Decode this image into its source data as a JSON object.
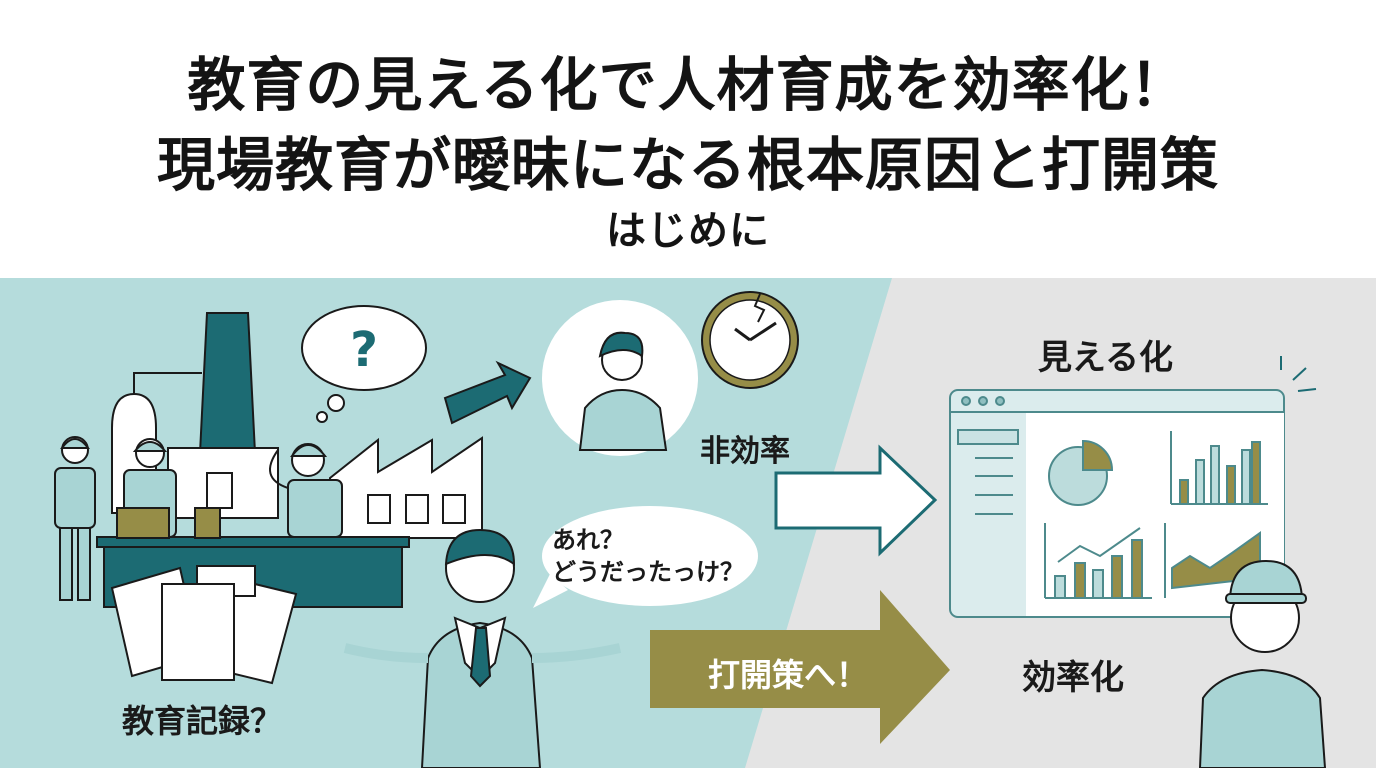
{
  "header": {
    "title_line1": "教育の見える化で人材育成を効率化！",
    "title_line2": "現場教育が曖昧になる根本原因と打開策",
    "subtitle": "はじめに"
  },
  "left_panel": {
    "records_label": "教育記録？",
    "speech_line1": "あれ？",
    "speech_line2": "どうだったっけ？",
    "inefficiency_label": "非効率",
    "thought_mark": "?"
  },
  "right_panel": {
    "visualization_label": "見える化",
    "efficiency_label": "効率化",
    "solution_arrow_label": "打開策へ！"
  },
  "colors": {
    "teal_dark": "#1c6b73",
    "teal_bg": "#b5dcdc",
    "gray_bg": "#e4e4e4",
    "olive": "#968d47",
    "ink": "#1a1a1a"
  }
}
